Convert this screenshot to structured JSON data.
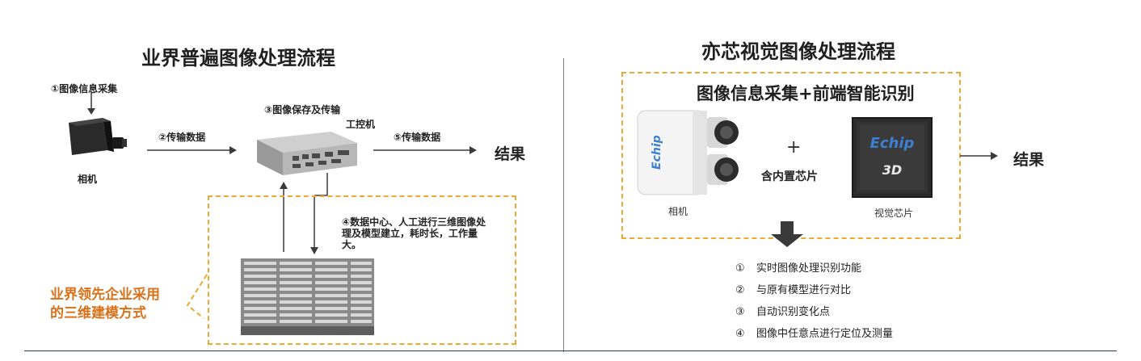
{
  "left": {
    "title": "业界普遍图像处理流程",
    "step1": "①图像信息采集",
    "camera_label": "相机",
    "step2": "②传输数据",
    "step3": "③图像保存及传输",
    "ipc_label": "工控机",
    "step5": "⑤传输数据",
    "result": "结果",
    "step4": "④数据中心、人工进行三维图像处理及模型建立，耗时长，工作量大。",
    "callout_line1": "业界领先企业采用",
    "callout_line2": "的三维建模方式"
  },
  "right": {
    "title": "亦芯视觉图像处理流程",
    "box_title": "图像信息采集+前端智能识别",
    "camera_brand": "Echip",
    "plus": "+",
    "plus_label": "含内置芯片",
    "camera_label": "相机",
    "chip_brand": "Echip",
    "chip_model": "3D",
    "chip_label": "视觉芯片",
    "result": "结果",
    "features": [
      {
        "num": "①",
        "text": "实时图像处理识别功能"
      },
      {
        "num": "②",
        "text": "与原有模型进行对比"
      },
      {
        "num": "③",
        "text": "自动识别变化点"
      },
      {
        "num": "④",
        "text": "图像中任意点进行定位及测量"
      }
    ]
  },
  "colors": {
    "dash": "#f0a830",
    "callout": "#d9731b",
    "chip_blue": "#3d7fd1",
    "bottom_rule": "#2b3a67"
  }
}
